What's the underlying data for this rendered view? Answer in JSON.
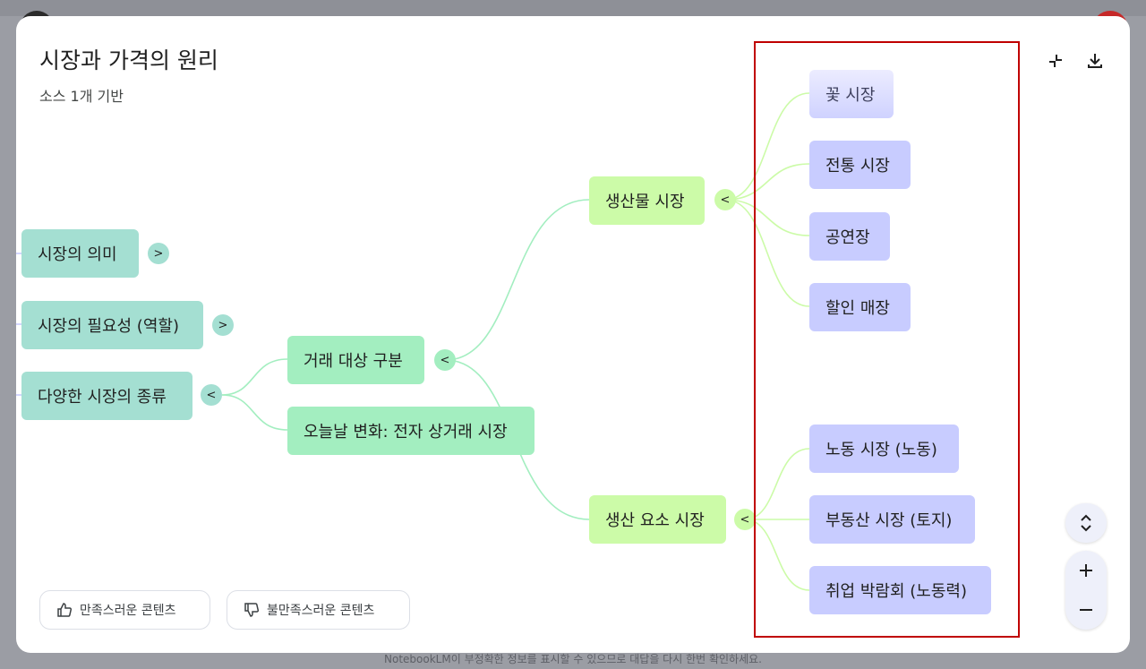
{
  "modal": {
    "title": "시장과 가격의 원리",
    "subtitle": "소스 1개 기반"
  },
  "toolbar": {
    "collapse_icon": "collapse-icon",
    "download_icon": "download-icon"
  },
  "mindmap": {
    "left_nodes": [
      {
        "label": "시장의 의미",
        "toggle": ">"
      },
      {
        "label": "시장의 필요성 (역할)",
        "toggle": ">"
      },
      {
        "label": "다양한 시장의 종류",
        "toggle": "<"
      }
    ],
    "mid_nodes": [
      {
        "label": "거래 대상 구분",
        "toggle": "<"
      },
      {
        "label": "오늘날 변화: 전자 상거래 시장"
      }
    ],
    "branch_nodes": [
      {
        "label": "생산물 시장",
        "toggle": "<"
      },
      {
        "label": "생산 요소 시장",
        "toggle": "<"
      }
    ],
    "product_market_leaves": [
      "꽃 시장",
      "전통 시장",
      "공연장",
      "할인 매장"
    ],
    "factor_market_leaves": [
      "노동 시장 (노동)",
      "부동산 시장 (토지)",
      "취업 박람회 (노동력)"
    ]
  },
  "feedback": {
    "positive": "만족스러운 콘텐츠",
    "negative": "불만족스러운 콘텐츠"
  },
  "zoom_controls": {
    "fit": "⌃⌄",
    "zoom_in": "+",
    "zoom_out": "−"
  },
  "footer_note": "NotebookLM이 부정확한 정보를 표시할 수 있으므로 대답을 다시 한번 확인하세요.",
  "colors": {
    "level1": "#a4dfd2",
    "level2": "#a3eec0",
    "level3": "#ccfba8",
    "level4": "#c8ccff",
    "highlight": "#c00000"
  }
}
